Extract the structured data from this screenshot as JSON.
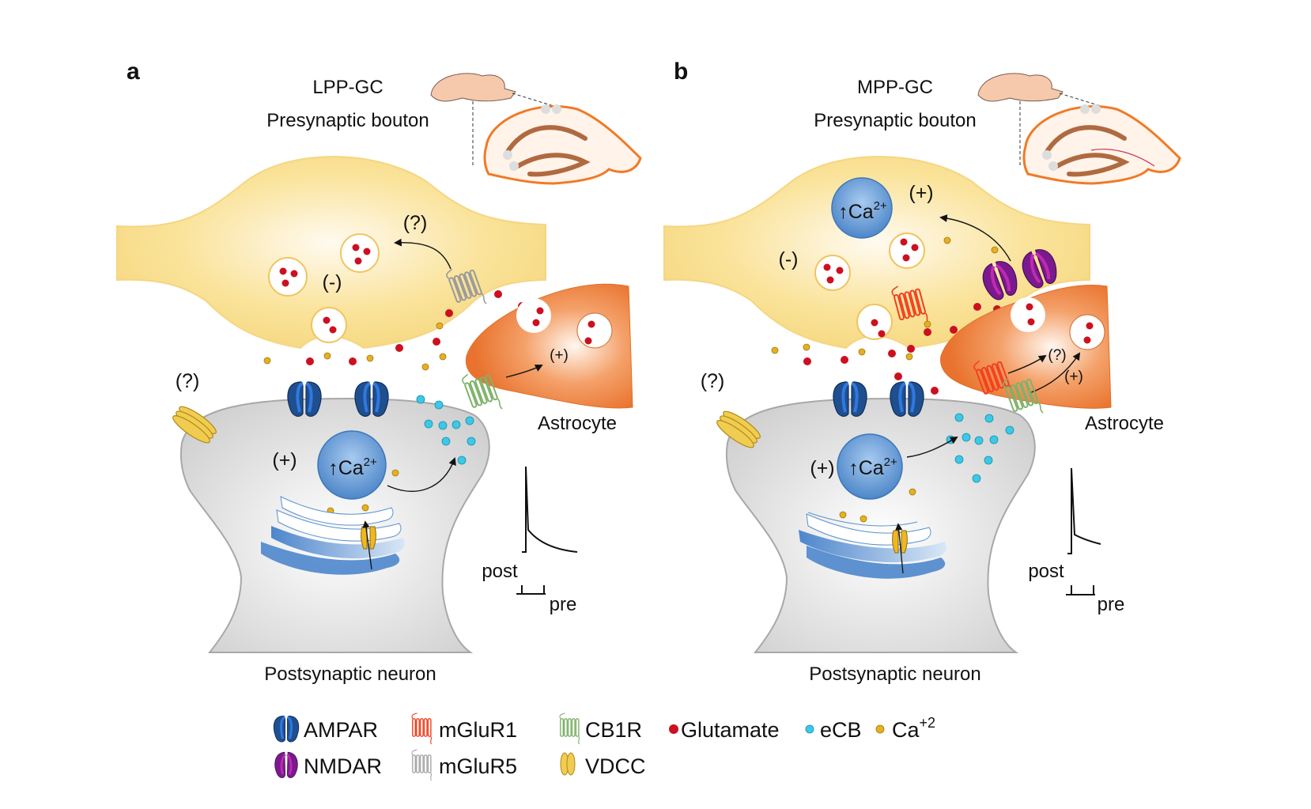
{
  "figure": {
    "panels": [
      {
        "id": "a",
        "letter": "a",
        "pathway": "LPP-GC",
        "presynaptic_label": "Presynaptic bouton",
        "postsynaptic_label": "Postsynaptic neuron",
        "astrocyte_label": "Astrocyte",
        "ca_label": "Ca",
        "ca_sup": "2+",
        "ca_arrow": "↑",
        "pre_sign": "(-)",
        "pre_question": "(?)",
        "post_sign": "(+)",
        "vdcc_question": "(?)",
        "astro_signs": [
          "(+)"
        ],
        "trace_post": "post",
        "trace_pre": "pre"
      },
      {
        "id": "b",
        "letter": "b",
        "pathway": "MPP-GC",
        "presynaptic_label": "Presynaptic bouton",
        "postsynaptic_label": "Postsynaptic neuron",
        "astrocyte_label": "Astrocyte",
        "ca_label": "Ca",
        "ca_sup": "2+",
        "ca_arrow": "↑",
        "pre_sign": "(-)",
        "pre_plus": "(+)",
        "post_sign": "(+)",
        "vdcc_question": "(?)",
        "astro_signs": [
          "(?)",
          "(+)"
        ],
        "trace_post": "post",
        "trace_pre": "pre"
      }
    ],
    "legend": {
      "items": [
        {
          "icon": "ampar-icon",
          "label": "AMPAR",
          "color": "#1f4f8f"
        },
        {
          "icon": "mglur1-icon",
          "label": "mGluR1",
          "color": "#f2401f"
        },
        {
          "icon": "cb1r-icon",
          "label": "CB1R",
          "color": "#7fb26a"
        },
        {
          "icon": "glutamate-dot-icon",
          "label": "Glutamate",
          "color": "#cc1020"
        },
        {
          "icon": "ecb-dot-icon",
          "label": "eCB",
          "color": "#3cc8e6"
        },
        {
          "icon": "calcium-dot-icon",
          "label": "Ca",
          "sup": "+2",
          "color": "#e6b020"
        },
        {
          "icon": "nmdar-icon",
          "label": "NMDAR",
          "color": "#7a1a8e"
        },
        {
          "icon": "mglur5-icon",
          "label": "mGluR5",
          "color": "#a8a8a8"
        },
        {
          "icon": "vdcc-icon",
          "label": "VDCC",
          "color": "#f0cc50"
        }
      ]
    },
    "colors": {
      "presynaptic": "#f8d982",
      "postsynaptic": "#d6d6d6",
      "astrocyte": "#ee7f3a",
      "ca_store": "#5a92cf",
      "glutamate": "#cc1020",
      "ecb": "#3cc8e6",
      "calcium": "#e6b020"
    }
  }
}
